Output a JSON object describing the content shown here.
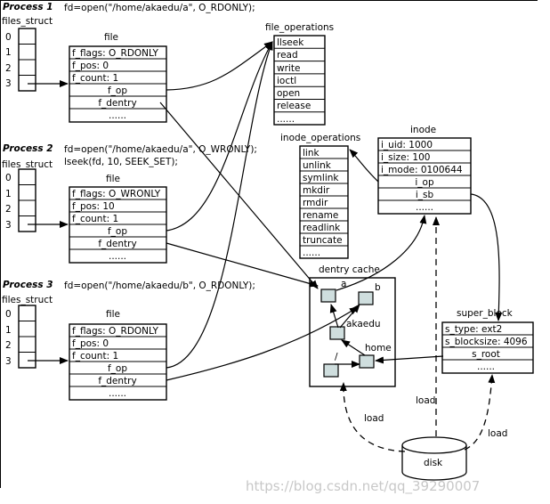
{
  "processes": [
    {
      "label": "Process 1",
      "call": "fd=open(\"/home/akaedu/a\", O_RDONLY);",
      "call2": ""
    },
    {
      "label": "Process 2",
      "call": "fd=open(\"/home/akaedu/a\", O_WRONLY);",
      "call2": "lseek(fd, 10, SEEK_SET);"
    },
    {
      "label": "Process 3",
      "call": "fd=open(\"/home/akaedu/b\", O_RDONLY);",
      "call2": ""
    }
  ],
  "files_struct": {
    "title": "files_struct",
    "indices": [
      "0",
      "1",
      "2",
      "3"
    ]
  },
  "file_title": "file",
  "files": [
    {
      "fields": [
        "f_flags: O_RDONLY",
        "f_pos: 0",
        "f_count: 1",
        "f_op",
        "f_dentry",
        "......"
      ]
    },
    {
      "fields": [
        "f_flags: O_WRONLY",
        "f_pos: 10",
        "f_count: 1",
        "f_op",
        "f_dentry",
        "......"
      ]
    },
    {
      "fields": [
        "f_flags: O_RDONLY",
        "f_pos: 0",
        "f_count: 1",
        "f_op",
        "f_dentry",
        "......"
      ]
    }
  ],
  "file_operations": {
    "title": "file_operations",
    "items": [
      "llseek",
      "read",
      "write",
      "ioctl",
      "open",
      "release",
      "......"
    ]
  },
  "inode_operations": {
    "title": "inode_operations",
    "items": [
      "link",
      "unlink",
      "symlink",
      "mkdir",
      "rmdir",
      "rename",
      "readlink",
      "truncate",
      "......"
    ]
  },
  "inode": {
    "title": "inode",
    "fields": [
      "i_uid: 1000",
      "i_size: 100",
      "i_mode: 0100644",
      "i_op",
      "i_sb",
      "......"
    ]
  },
  "dentry_cache": {
    "title": "dentry cache",
    "labels": [
      "a",
      "b",
      "akaedu",
      "home",
      "/"
    ]
  },
  "super_block": {
    "title": "super_block",
    "fields": [
      "s_type: ext2",
      "s_blocksize: 4096",
      "s_root",
      "......"
    ]
  },
  "disk": {
    "label": "disk"
  },
  "load_labels": [
    "load",
    "load",
    "load"
  ],
  "watermark": "https://blog.csdn.net/qq_39290007"
}
